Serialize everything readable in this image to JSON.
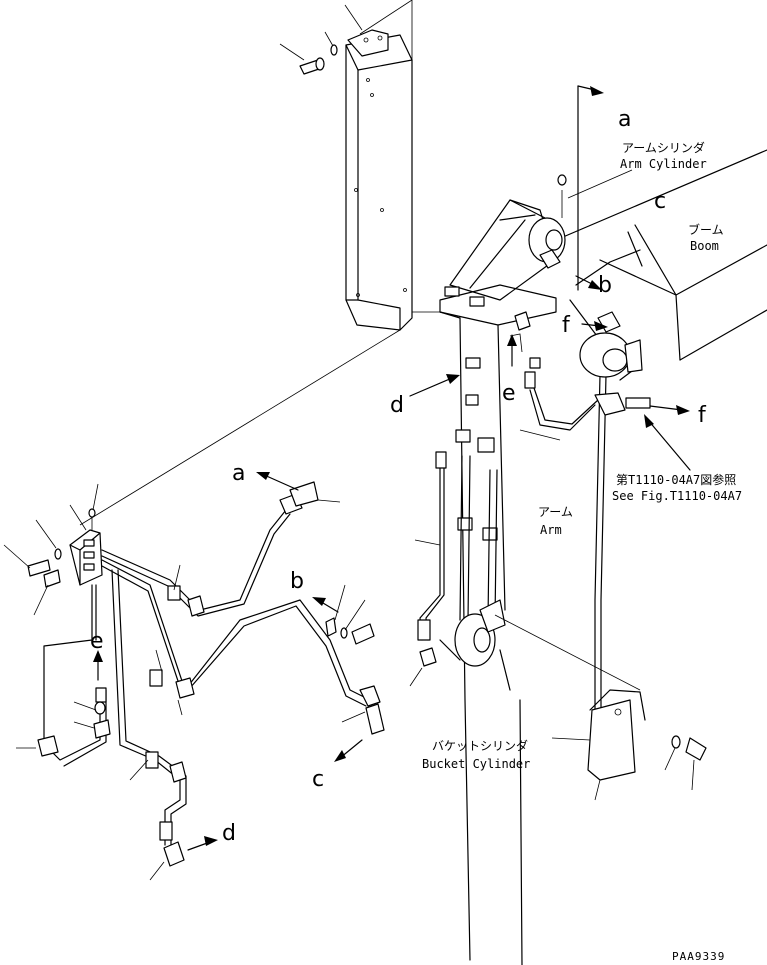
{
  "labels": {
    "arm_cylinder_jp": "アームシリンダ",
    "arm_cylinder_en": "Arm Cylinder",
    "boom_jp": "ブーム",
    "boom_en": "Boom",
    "arm_jp": "アーム",
    "arm_en": "Arm",
    "bucket_cylinder_jp": "バケットシリンダ",
    "bucket_cylinder_en": "Bucket Cylinder",
    "see_fig_jp": "第T1110-04A7図参照",
    "see_fig_en": "See Fig.T1110-04A7",
    "drawing_code": "PAA9339"
  },
  "callouts": {
    "a": "a",
    "b": "b",
    "c": "c",
    "d": "d",
    "e": "e",
    "f": "f"
  }
}
